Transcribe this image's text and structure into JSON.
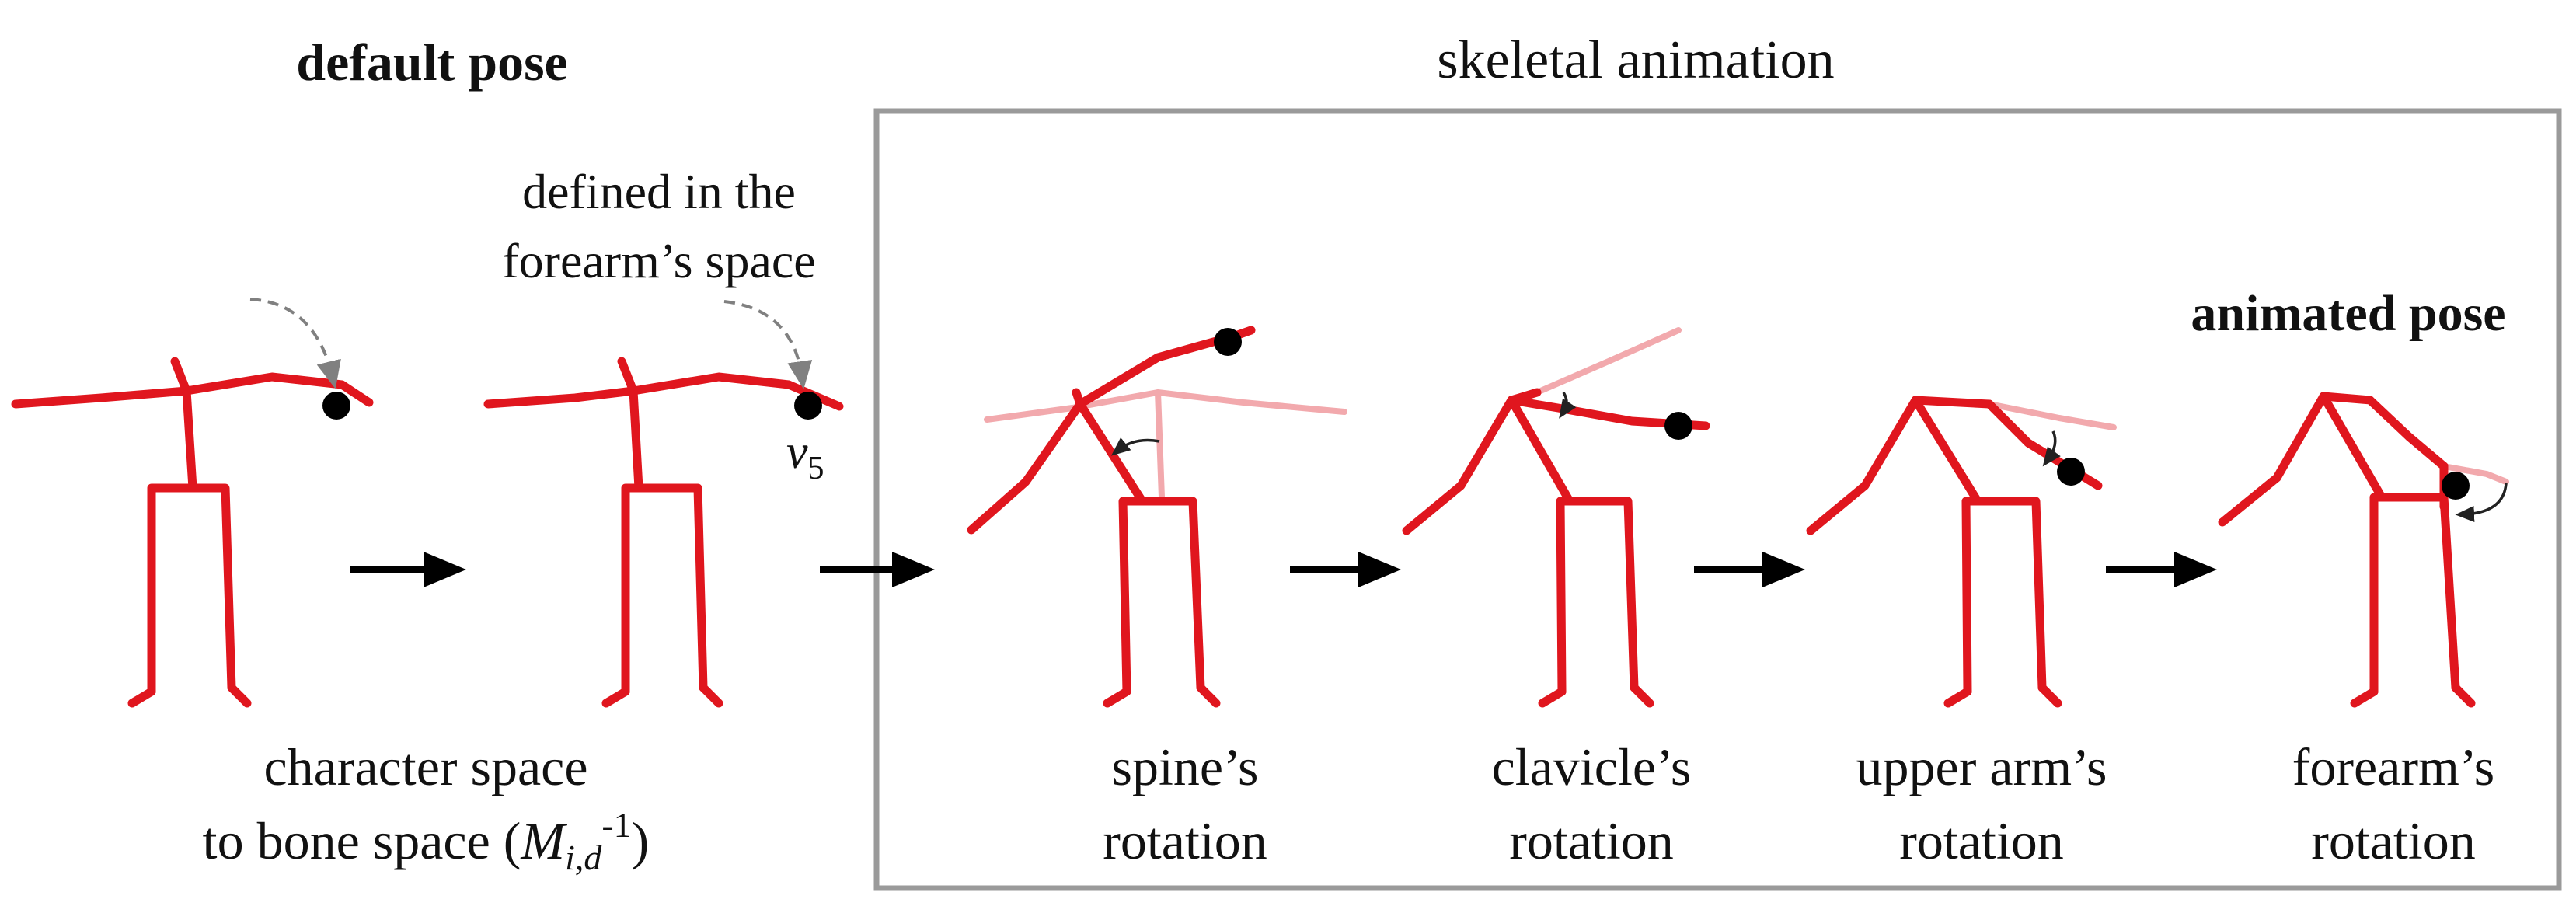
{
  "labels": {
    "default_pose": "default pose",
    "skeletal_animation": "skeletal animation",
    "animated_pose": "animated pose",
    "defined_line1": "defined in the",
    "defined_line2": "forearm’s space",
    "vertex_var": "v",
    "vertex_sub": "5",
    "char_space_line1": "character space",
    "char_space_line2_pre": "to bone space (",
    "char_space_M": "M",
    "char_space_sub": "i,d",
    "char_space_sup": "-1",
    "char_space_close": ")",
    "spine_1": "spine’s",
    "spine_2": "rotation",
    "clavicle_1": "clavicle’s",
    "clavicle_2": "rotation",
    "upperarm_1": "upper arm’s",
    "upperarm_2": "rotation",
    "forearm_1": "forearm’s",
    "forearm_2": "rotation"
  },
  "colors": {
    "bone": "#e0161e",
    "ghost_bone": "#f2a9ad",
    "box": "#9a9a9a",
    "arrow": "#000000",
    "dashed": "#808080"
  }
}
